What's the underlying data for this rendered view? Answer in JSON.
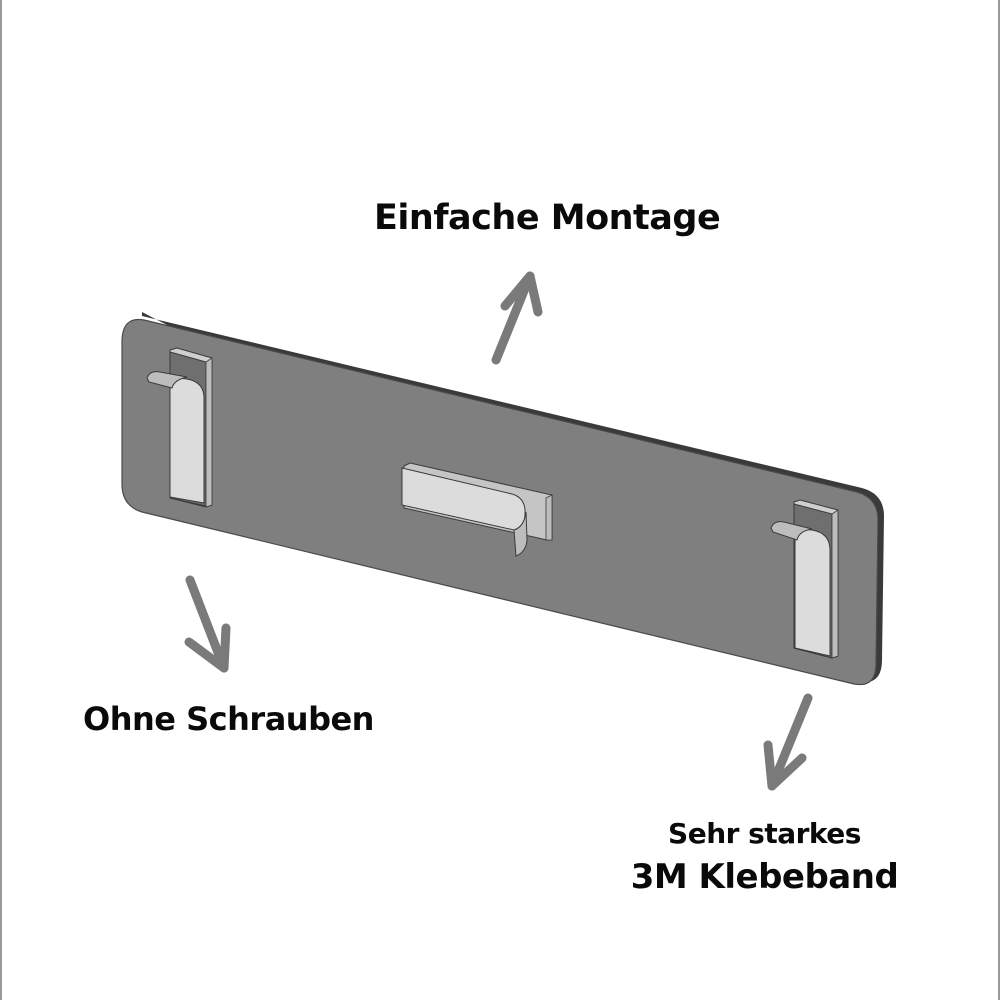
{
  "illustration": {
    "subject": "adhesive wall mounting plate with three 3M tape strips",
    "colors": {
      "background": "#ffffff",
      "plate_face": "#7f7f7f",
      "plate_edge": "#3a3a3a",
      "tape": "#dcdcdc",
      "tape_shadow": "#bdbdbd",
      "arrow": "#7a7a7a",
      "text": "#0a0a0a",
      "frame_border": "#9a9a9a"
    }
  },
  "labels": {
    "top": "Einfache Montage",
    "left": "Ohne Schrauben",
    "right_line1": "Sehr starkes",
    "right_line2": "3M Klebeband"
  },
  "icons": {
    "arrow_top": "arrow-up-right-icon",
    "arrow_left": "arrow-down-right-icon",
    "arrow_right": "arrow-down-left-icon"
  }
}
